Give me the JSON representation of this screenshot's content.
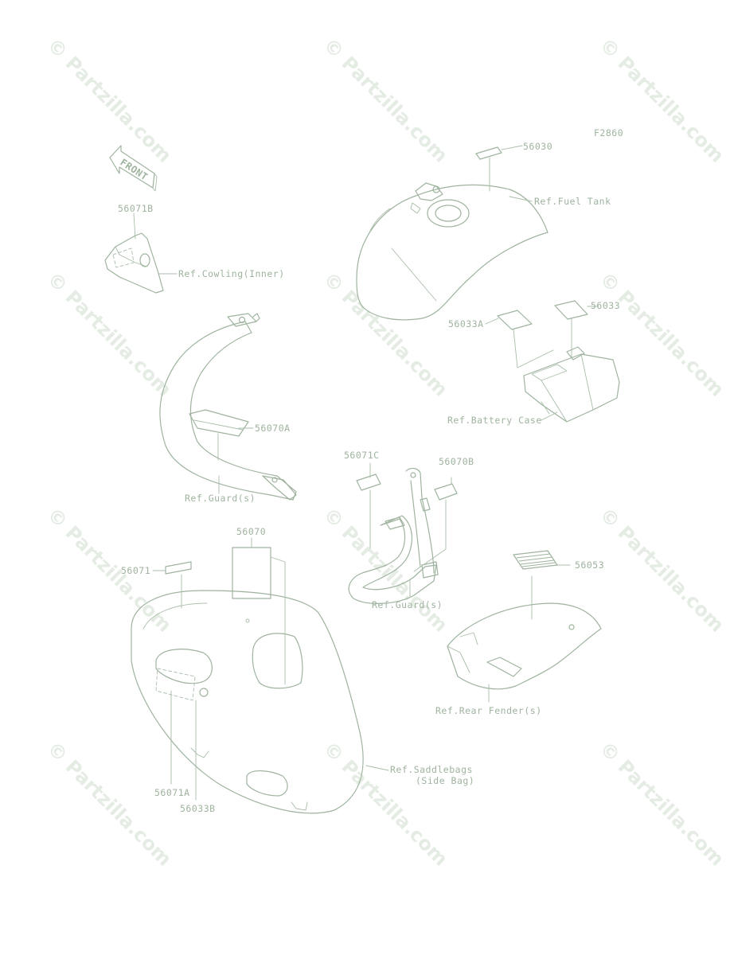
{
  "figure_code": "F2860",
  "watermark": "© Partzilla.com",
  "front_arrow_text": "FRONT",
  "parts": [
    {
      "id": "p56030",
      "number": "56030"
    },
    {
      "id": "p56033",
      "number": "56033"
    },
    {
      "id": "p56033A",
      "number": "56033A"
    },
    {
      "id": "p56071B",
      "number": "56071B"
    },
    {
      "id": "p56070A",
      "number": "56070A"
    },
    {
      "id": "p56071C",
      "number": "56071C"
    },
    {
      "id": "p56070B",
      "number": "56070B"
    },
    {
      "id": "p56070",
      "number": "56070"
    },
    {
      "id": "p56071",
      "number": "56071"
    },
    {
      "id": "p56053",
      "number": "56053"
    },
    {
      "id": "p56071A",
      "number": "56071A"
    },
    {
      "id": "p56033B",
      "number": "56033B"
    }
  ],
  "references": [
    {
      "id": "fuel_tank",
      "text": "Ref.Fuel Tank"
    },
    {
      "id": "cowling",
      "text": "Ref.Cowling(Inner)"
    },
    {
      "id": "battery_case",
      "text": "Ref.Battery Case"
    },
    {
      "id": "guard_left",
      "text": "Ref.Guard(s)"
    },
    {
      "id": "guard_right",
      "text": "Ref.Guard(s)"
    },
    {
      "id": "rear_fender",
      "text": "Ref.Rear Fender(s)"
    },
    {
      "id": "saddlebags_1",
      "text": "Ref.Saddlebags"
    },
    {
      "id": "saddlebags_2",
      "text": "(Side Bag)"
    }
  ]
}
